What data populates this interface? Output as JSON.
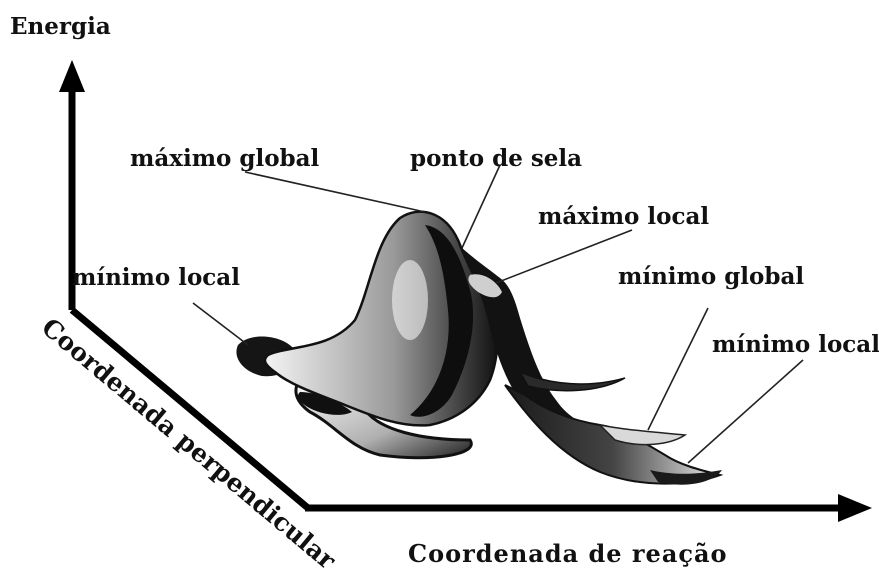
{
  "axes": {
    "energy_label": "Energia",
    "reaction_label": "Coordenada de reação",
    "perpendicular_label": "Coordenada perpendicular"
  },
  "points": {
    "global_max": "máximo global",
    "saddle_point": "ponto de sela",
    "local_max": "máximo local",
    "local_min_left": "mínimo local",
    "global_min": "mínimo global",
    "local_min_right": "mínimo local"
  },
  "colors": {
    "ink": "#111111",
    "background": "#ffffff"
  }
}
